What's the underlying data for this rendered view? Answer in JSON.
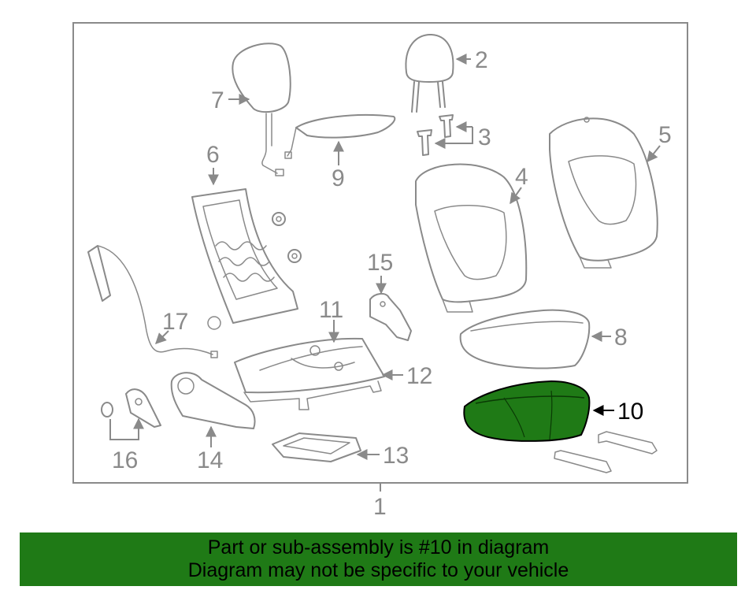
{
  "diagram": {
    "highlight_part": "10",
    "highlight_color": "#1f7a16",
    "line_color": "#8a8a8a",
    "callouts": {
      "p1": "1",
      "p2": "2",
      "p3": "3",
      "p4": "4",
      "p5": "5",
      "p6": "6",
      "p7": "7",
      "p8": "8",
      "p9": "9",
      "p10": "10",
      "p11": "11",
      "p12": "12",
      "p13": "13",
      "p14": "14",
      "p15": "15",
      "p16": "16",
      "p17": "17"
    }
  },
  "banner": {
    "line1": "Part or sub-assembly is #10 in diagram",
    "line2": "Diagram may not be specific to your vehicle",
    "background": "#1f7a16"
  }
}
